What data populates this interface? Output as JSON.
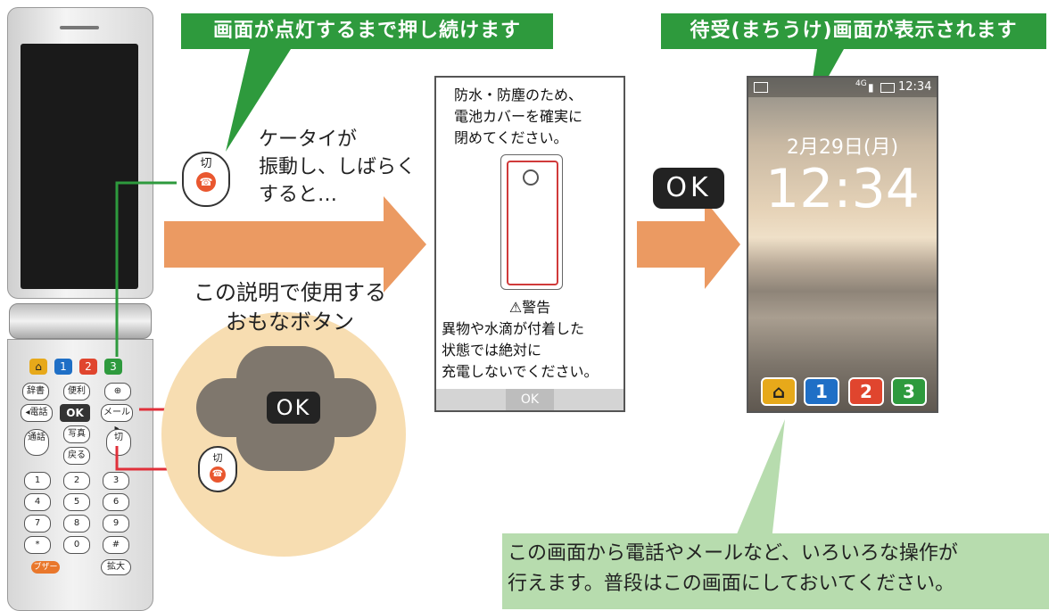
{
  "callouts": {
    "left": "画面が点灯するまで押し続けます",
    "right": "待受(まちうけ)画面が表示されます"
  },
  "step_text": [
    "ケータイが",
    "振動し、しばらく",
    "すると…"
  ],
  "power_button": {
    "kanji": "切"
  },
  "buttons_caption": [
    "この説明で使用する",
    "おもなボタン"
  ],
  "ok_label": "OK",
  "ok_badge": "OK",
  "dialog": {
    "intro": [
      "防水・防塵のため、",
      "電池カバーを確実に",
      "閉めてください。"
    ],
    "warning_title": "⚠警告",
    "warning": [
      "異物や水滴が付着した",
      "状態では絶対に",
      "充電しないでください。"
    ],
    "button": "OK"
  },
  "standby": {
    "time_status": "12:34",
    "date": "2月29日(月)",
    "time": "12:34",
    "network": "4G",
    "dock": [
      "⌂",
      "1",
      "2",
      "3"
    ]
  },
  "phone": {
    "color_keys": [
      "⌂",
      "1",
      "2",
      "3"
    ],
    "keys": {
      "row1": [
        "辞書",
        "便利",
        "⊕"
      ],
      "row2": [
        "◂電話",
        "OK",
        "メール▸"
      ],
      "row3": [
        "通話",
        "写真",
        "切"
      ],
      "row3b": "戻る",
      "num1": [
        "1",
        "2",
        "3"
      ],
      "num2": [
        "4",
        "5",
        "6"
      ],
      "num3": [
        "7",
        "8",
        "9"
      ],
      "num4": [
        "*",
        "0",
        "#"
      ],
      "bottom": [
        "ブザー",
        "拡大"
      ]
    }
  },
  "note": [
    "この画面から電話やメールなど、いろいろな操作が",
    "行えます。普段はこの画面にしておいてください。"
  ],
  "colors": {
    "green": "#2e9a3d",
    "arrow": "#eb9a62",
    "circle": "#f7ddb1",
    "dpad": "#7f776d",
    "note_bg": "#b7dcae"
  }
}
